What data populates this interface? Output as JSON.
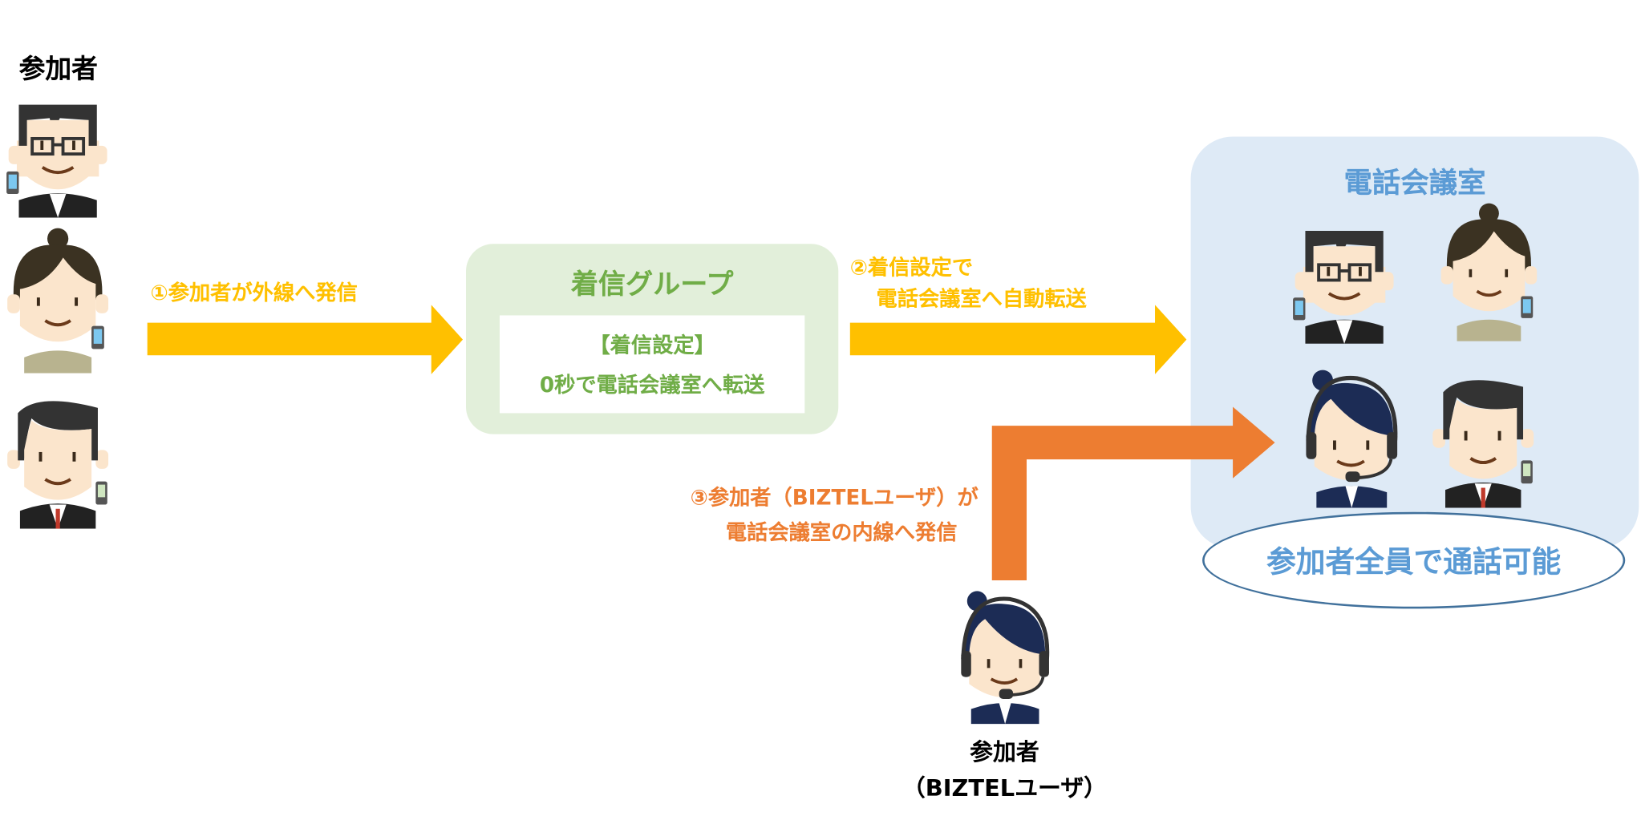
{
  "participants_label": "参加者",
  "step1": {
    "label": "①参加者が外線へ発信"
  },
  "incoming_group": {
    "title": "着信グループ",
    "setting_title": "【着信設定】",
    "setting_text": "0秒で電話会議室へ転送"
  },
  "step2": {
    "line1": "②着信設定で",
    "line2": "電話会議室へ自動転送"
  },
  "conference_room": {
    "title": "電話会議室",
    "caption": "参加者全員で通話可能"
  },
  "step3": {
    "line1": "③参加者（BIZTELユーザ）が",
    "line2": "電話会議室の内線へ発信"
  },
  "biztel_user": {
    "line1": "参加者",
    "line2": "（BIZTELユーザ）"
  },
  "colors": {
    "yellow_arrow": "#FFC000",
    "orange_arrow": "#ED7D31",
    "group_bg": "#E2EFDA",
    "group_text": "#70AD47",
    "room_bg": "#DEEAF6",
    "room_text": "#5B9BD5",
    "ellipse_border": "#41719C"
  }
}
